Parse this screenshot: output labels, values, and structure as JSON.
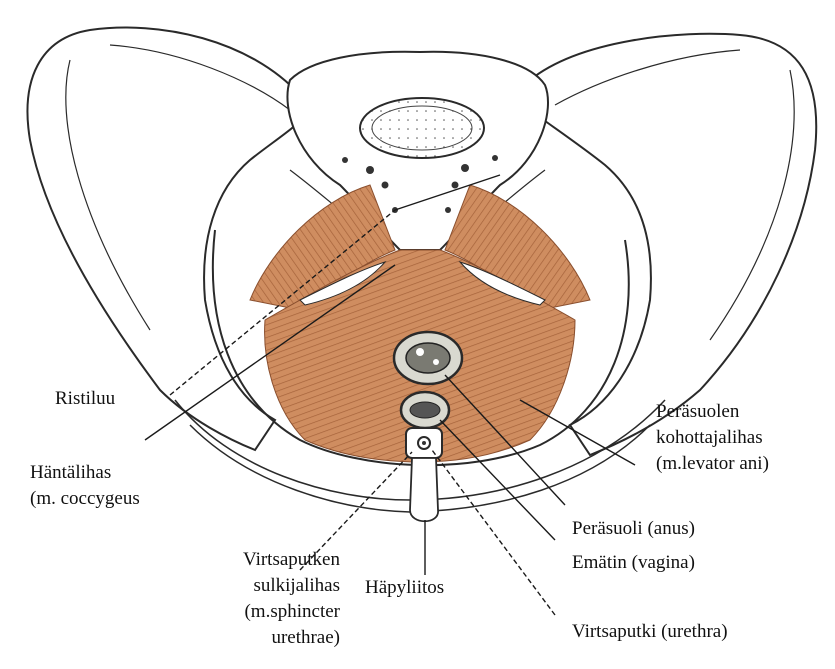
{
  "labels": {
    "ristiluu": "Ristiluu",
    "hantalihas_1": "Häntälihas",
    "hantalihas_2": "(m. coccygeus",
    "levator_1": "Peräsuolen",
    "levator_2": "kohottajalihas",
    "levator_3": "(m.levator ani)",
    "anus": "Peräsuoli (anus)",
    "vagina": "Emätin (vagina)",
    "urethra": "Virtsaputki (urethra)",
    "hapyliitos": "Häpyliitos",
    "sphincter_1": "Virtsaputken",
    "sphincter_2": "sulkijalihas",
    "sphincter_3": "(m.sphincter",
    "sphincter_4": "urethrae)"
  },
  "colors": {
    "muscle": "#c9875a",
    "muscle_dark": "#9a5a35",
    "bone_outline": "#2a2a2a",
    "bone_fill": "#ffffff"
  }
}
